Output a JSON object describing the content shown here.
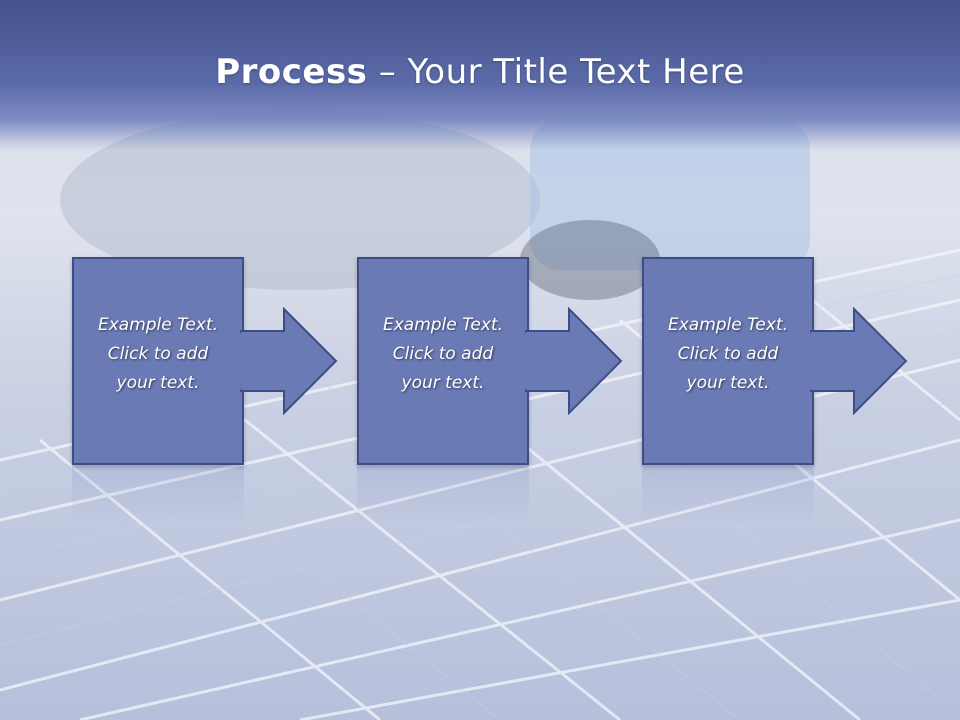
{
  "slide": {
    "title_bold": "Process",
    "title_rest": " – Your Title Text Here"
  },
  "steps": [
    {
      "text": "Example Text.\nClick  to add\nyour text."
    },
    {
      "text": "Example Text.\nClick  to add\nyour text."
    },
    {
      "text": "Example Text.\nClick  to add\nyour text."
    }
  ],
  "colors": {
    "header": "#5a6aa8",
    "box_fill": "#6a7ab4",
    "box_border": "#3f4d86",
    "text": "#ffffff"
  }
}
